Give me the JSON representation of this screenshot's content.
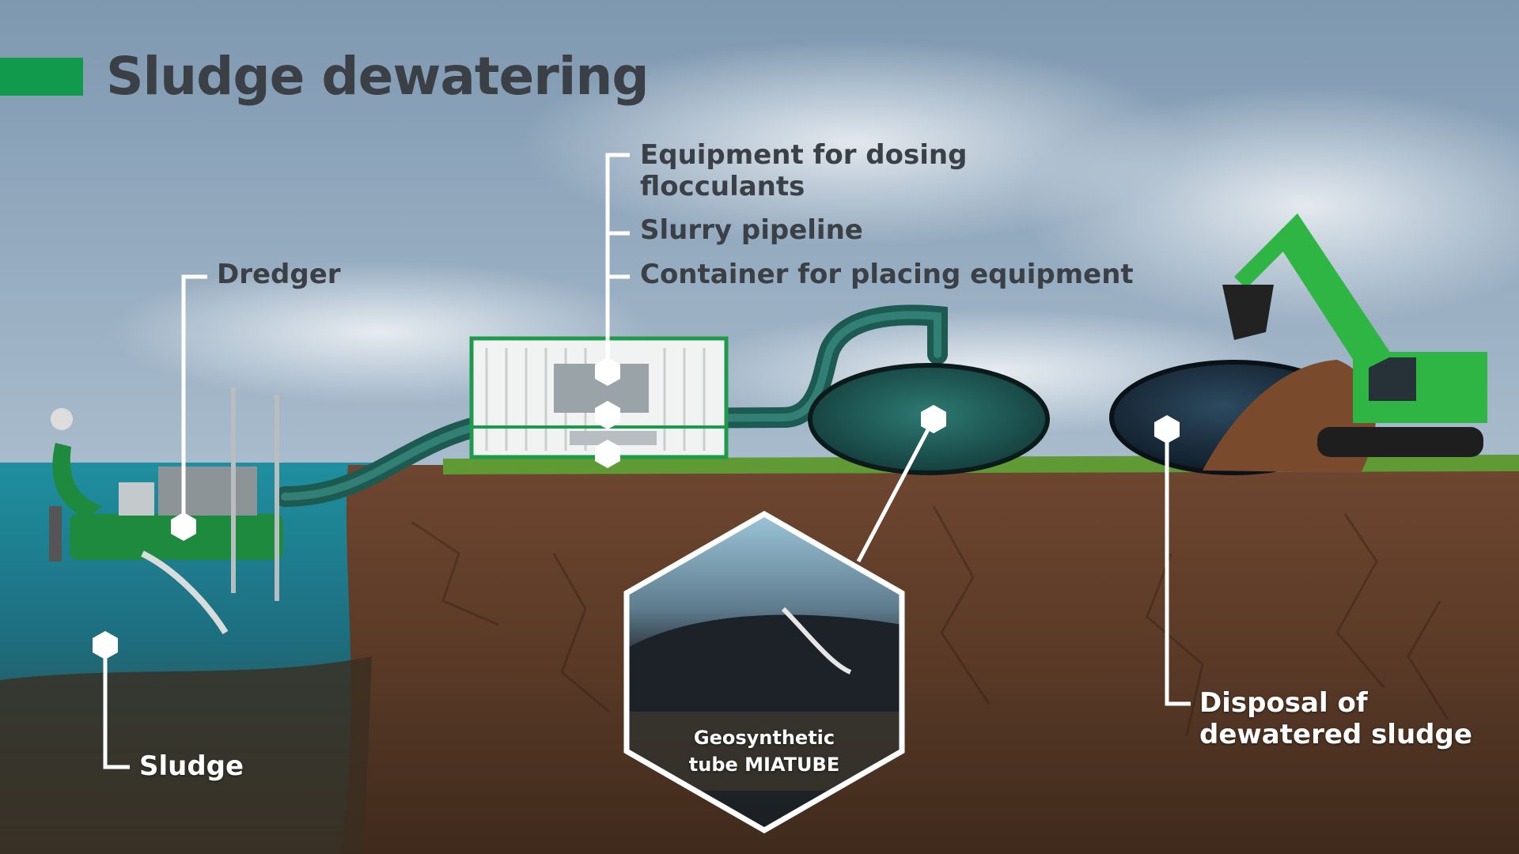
{
  "title": "Sludge dewatering",
  "labels": {
    "dredger": "Dredger",
    "dosing": "Equipment for dosing\nflocculants",
    "pipeline": "Slurry pipeline",
    "container": "Container for placing equipment",
    "sludge": "Sludge",
    "geotube": "Geosynthetic tube MIATUBE",
    "disposal": "Disposal of\ndewatered sludge"
  },
  "colors": {
    "accent": "#119a4c",
    "text_dark": "#3b4047",
    "text_light": "#ffffff",
    "sky": "#8fa9bf",
    "water": "#2a8a98",
    "soil": "#5b3b26",
    "grass": "#5f9a35",
    "excavator": "#2fb544"
  }
}
